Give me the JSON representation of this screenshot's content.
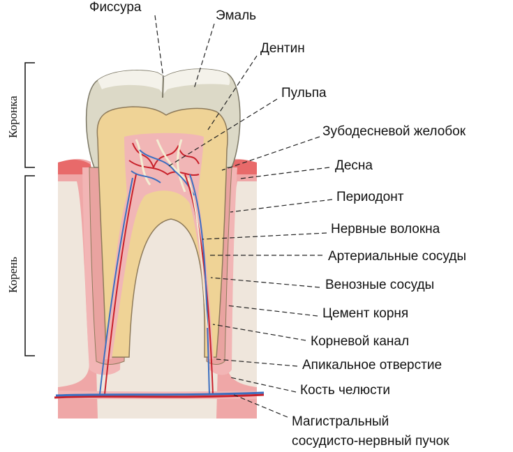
{
  "colors": {
    "bone": "#EFE6DC",
    "gum": "#EFA7A7",
    "gum_edge": "#E86A6A",
    "enamel": "#DCD9C7",
    "enamel_top": "#F4F2EA",
    "dentin": "#EFD396",
    "pulp": "#F1B6B6",
    "cementum": "#E9A3A0",
    "artery": "#C8202A",
    "vein": "#3B6FC0",
    "nerve": "#F3EDD3"
  },
  "side_labels": {
    "crown": "Коронка",
    "root": "Корень"
  },
  "labels": [
    {
      "text": "Фиссура"
    },
    {
      "text": "Эмаль"
    },
    {
      "text": "Дентин"
    },
    {
      "text": "Пульпа"
    },
    {
      "text": "Зубодесневой желобок"
    },
    {
      "text": "Десна"
    },
    {
      "text": "Периодонт"
    },
    {
      "text": "Нервные волокна"
    },
    {
      "text": "Артериальные сосуды"
    },
    {
      "text": "Венозные сосуды"
    },
    {
      "text": "Цемент корня"
    },
    {
      "text": "Корневой канал"
    },
    {
      "text": "Апикальное отверстие"
    },
    {
      "text": "Кость челюсти"
    },
    {
      "text": "Магистральный",
      "text2": "сосудисто-нервный пучок"
    }
  ]
}
